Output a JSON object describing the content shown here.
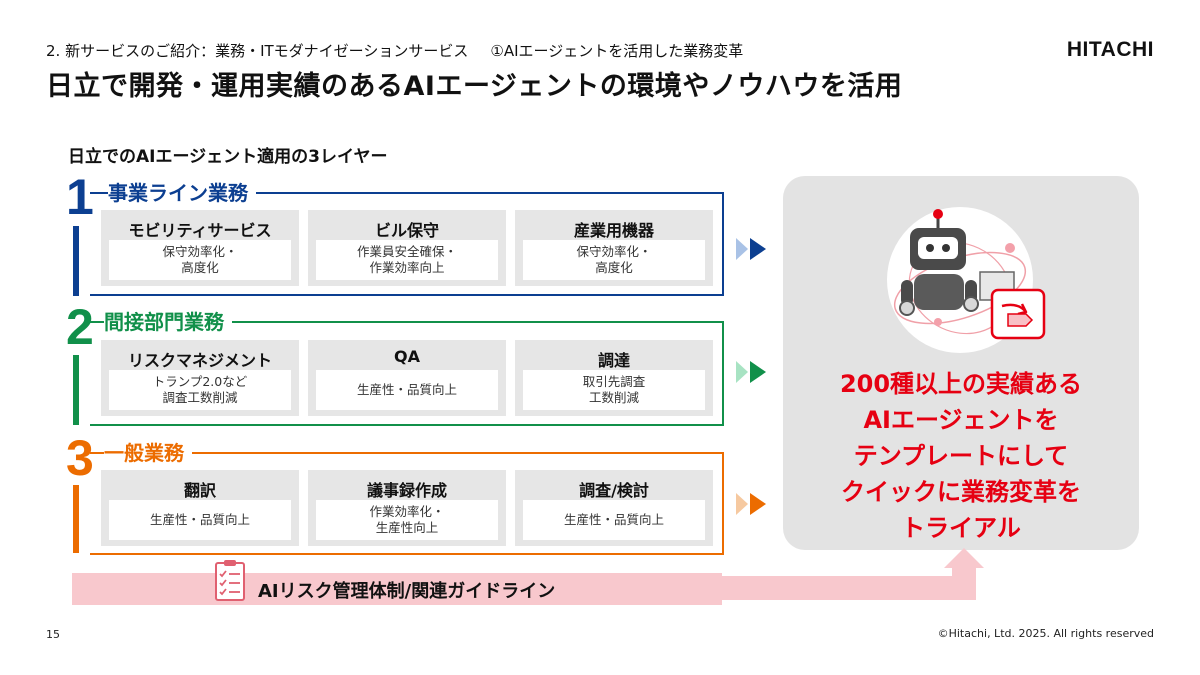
{
  "header": {
    "breadcrumb_part1": "2. 新サービスのご紹介：業務・ITモダナイゼーションサービス",
    "breadcrumb_part2": "①AIエージェントを活用した業務変革",
    "title": "日立で開発・運用実績のあるAIエージェントの環境やノウハウを活用",
    "logo": "HITACHI"
  },
  "subtitle": "日立でのAIエージェント適用の3レイヤー",
  "layers": [
    {
      "num": "1",
      "label": "事業ライン業務",
      "color": "#0c3f91",
      "arrow_light": "#a9c2e6",
      "cards": [
        {
          "title": "モビリティサービス",
          "body": "保守効率化・\n高度化"
        },
        {
          "title": "ビル保守",
          "body": "作業員安全確保・\n作業効率向上"
        },
        {
          "title": "産業用機器",
          "body": "保守効率化・\n高度化"
        }
      ]
    },
    {
      "num": "2",
      "label": "間接部門業務",
      "color": "#11904a",
      "arrow_light": "#a8e3c3",
      "cards": [
        {
          "title": "リスクマネジメント",
          "body": "トランプ2.0など\n調査工数削減"
        },
        {
          "title": "QA",
          "body": "生産性・品質向上"
        },
        {
          "title": "調達",
          "body": "取引先調査\n工数削減"
        }
      ]
    },
    {
      "num": "3",
      "label": "一般業務",
      "color": "#ec6c00",
      "arrow_light": "#f6c9a0",
      "cards": [
        {
          "title": "翻訳",
          "body": "生産性・品質向上"
        },
        {
          "title": "議事録作成",
          "body": "作業効率化・\n生産性向上"
        },
        {
          "title": "調査/検討",
          "body": "生産性・品質向上"
        }
      ]
    }
  ],
  "right_panel": {
    "lines": [
      "200種以上の実績ある",
      "AIエージェントを",
      "テンプレートにして",
      "クイックに業務変革を",
      "トライアル"
    ],
    "icon": "robot-icon"
  },
  "risk_bar": {
    "label": "AIリスク管理体制/関連ガイドライン",
    "icon": "checklist-icon"
  },
  "footer": {
    "page": "15",
    "copyright": "©Hitachi, Ltd. 2025. All rights reserved"
  },
  "colors": {
    "accent_red": "#e60012",
    "pink": "#f8c8cd",
    "panel_gray": "#e3e3e3"
  }
}
